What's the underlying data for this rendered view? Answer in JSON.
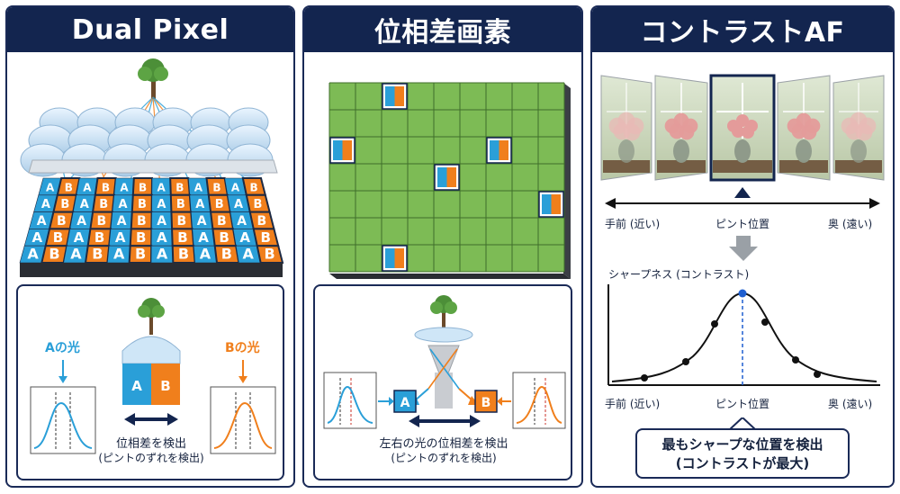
{
  "panels": {
    "dual_pixel": {
      "title": "Dual Pixel",
      "pixel_a": "A",
      "pixel_b": "B",
      "light_a": "Aの光",
      "light_b": "Bの光",
      "detect_line1": "位相差を検出",
      "detect_line2": "(ピントのずれを検出)"
    },
    "phase_pixel": {
      "title": "位相差画素",
      "sensor_a": "A",
      "sensor_b": "B",
      "detect_line1": "左右の光の位相差を検出",
      "detect_line2": "(ピントのずれを検出)"
    },
    "contrast_af": {
      "title": "コントラストAF",
      "axis_near": "手前 (近い)",
      "axis_focus": "ピント位置",
      "axis_far": "奥 (遠い)",
      "curve_title": "シャープネス (コントラスト)",
      "curve_near": "手前 (近い)",
      "curve_focus": "ピント位置",
      "curve_far": "奥 (遠い)",
      "callout_line1": "最もシャープな位置を検出",
      "callout_line2": "(コントラストが最大)"
    }
  },
  "colors": {
    "navy": "#13254f",
    "pixel_a": "#2a9fd8",
    "pixel_b": "#f07f1c",
    "sensor_green": "#7dbb55",
    "focus_dot": "#1f5fd0"
  }
}
